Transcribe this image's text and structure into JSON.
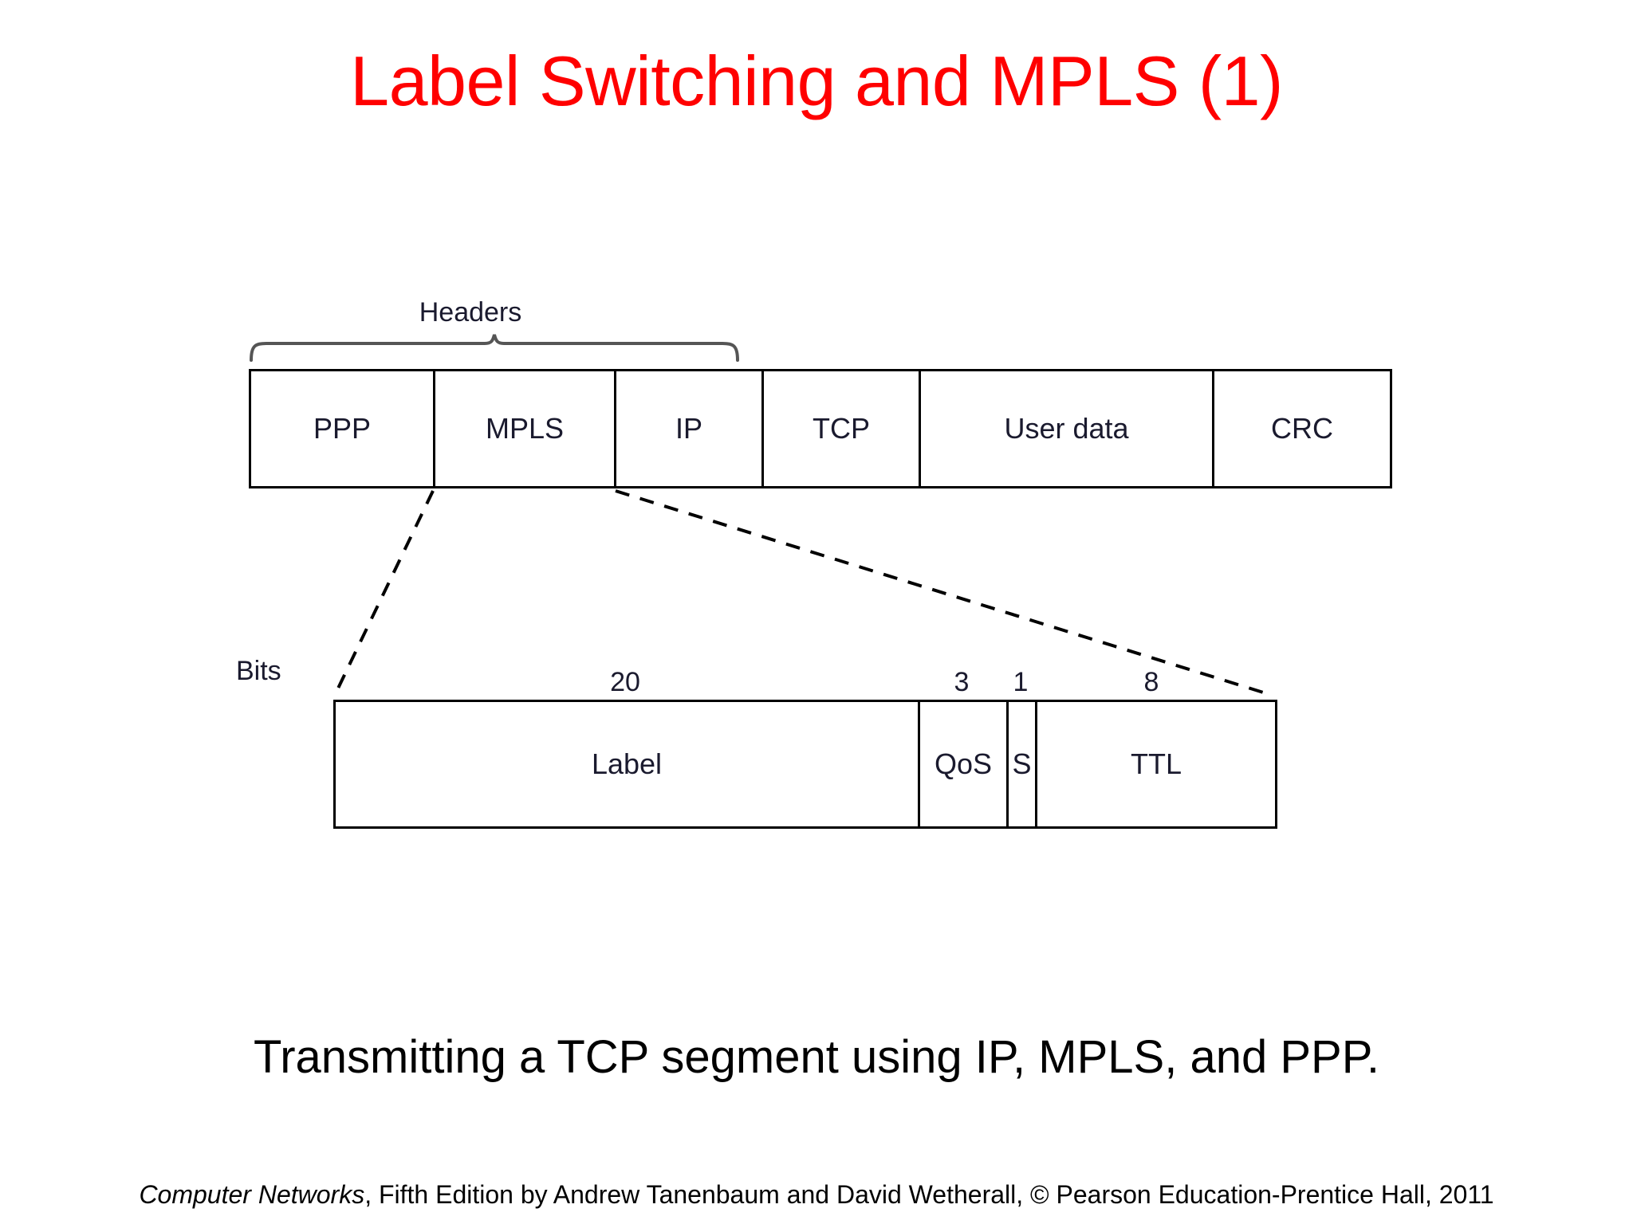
{
  "slide": {
    "title": "Label Switching and MPLS (1)",
    "title_color": "#ff0000",
    "caption": "Transmitting a TCP segment using IP, MPLS, and PPP.",
    "background_color": "#ffffff"
  },
  "figure": {
    "headers_label": "Headers",
    "bits_label": "Bits",
    "packet_fields": [
      {
        "label": "PPP"
      },
      {
        "label": "MPLS"
      },
      {
        "label": "IP"
      },
      {
        "label": "TCP"
      },
      {
        "label": "User data"
      },
      {
        "label": "CRC"
      }
    ],
    "mpls_header_fields": [
      {
        "label": "Label",
        "bits": "20"
      },
      {
        "label": "QoS",
        "bits": "3"
      },
      {
        "label": "S",
        "bits": "1"
      },
      {
        "label": "TTL",
        "bits": "8"
      }
    ]
  },
  "footer": {
    "book_title": "Computer Networks",
    "rest": ", Fifth Edition by Andrew Tanenbaum and David Wetherall, © Pearson Education-Prentice Hall, 2011"
  }
}
